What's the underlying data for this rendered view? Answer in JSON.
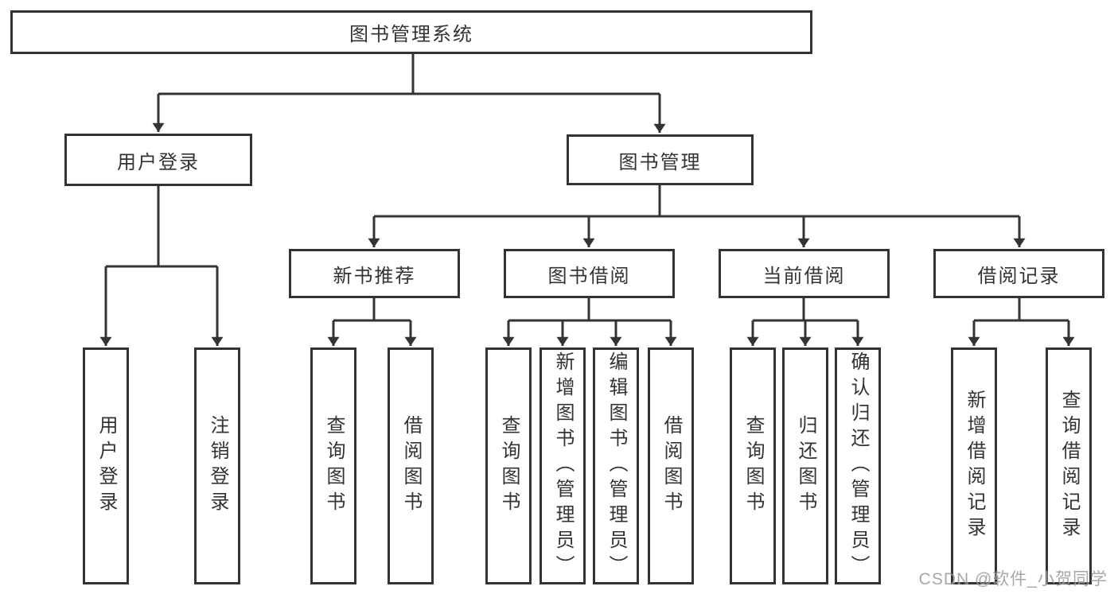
{
  "root": {
    "label": "图书管理系统"
  },
  "branches": [
    {
      "label": "用户登录",
      "children": [
        {
          "label": "用户登录"
        },
        {
          "label": "注销登录"
        }
      ]
    },
    {
      "label": "图书管理",
      "children": [
        {
          "label": "新书推荐",
          "children": [
            {
              "label": "查询图书"
            },
            {
              "label": "借阅图书"
            }
          ]
        },
        {
          "label": "图书借阅",
          "children": [
            {
              "label": "查询图书"
            },
            {
              "label": "新增图书（管理员）"
            },
            {
              "label": "编辑图书（管理员）"
            },
            {
              "label": "借阅图书"
            }
          ]
        },
        {
          "label": "当前借阅",
          "children": [
            {
              "label": "查询图书"
            },
            {
              "label": "归还图书"
            },
            {
              "label": "确认归还（管理员）"
            }
          ]
        },
        {
          "label": "借阅记录",
          "children": [
            {
              "label": "新增借阅记录"
            },
            {
              "label": "查询借阅记录"
            }
          ]
        }
      ]
    }
  ],
  "watermark": {
    "text": "CSDN @软件_小贺同学"
  },
  "colors": {
    "line": "#333333",
    "text": "#333333",
    "background": "#ffffff",
    "watermark": "#8a8a8a"
  }
}
